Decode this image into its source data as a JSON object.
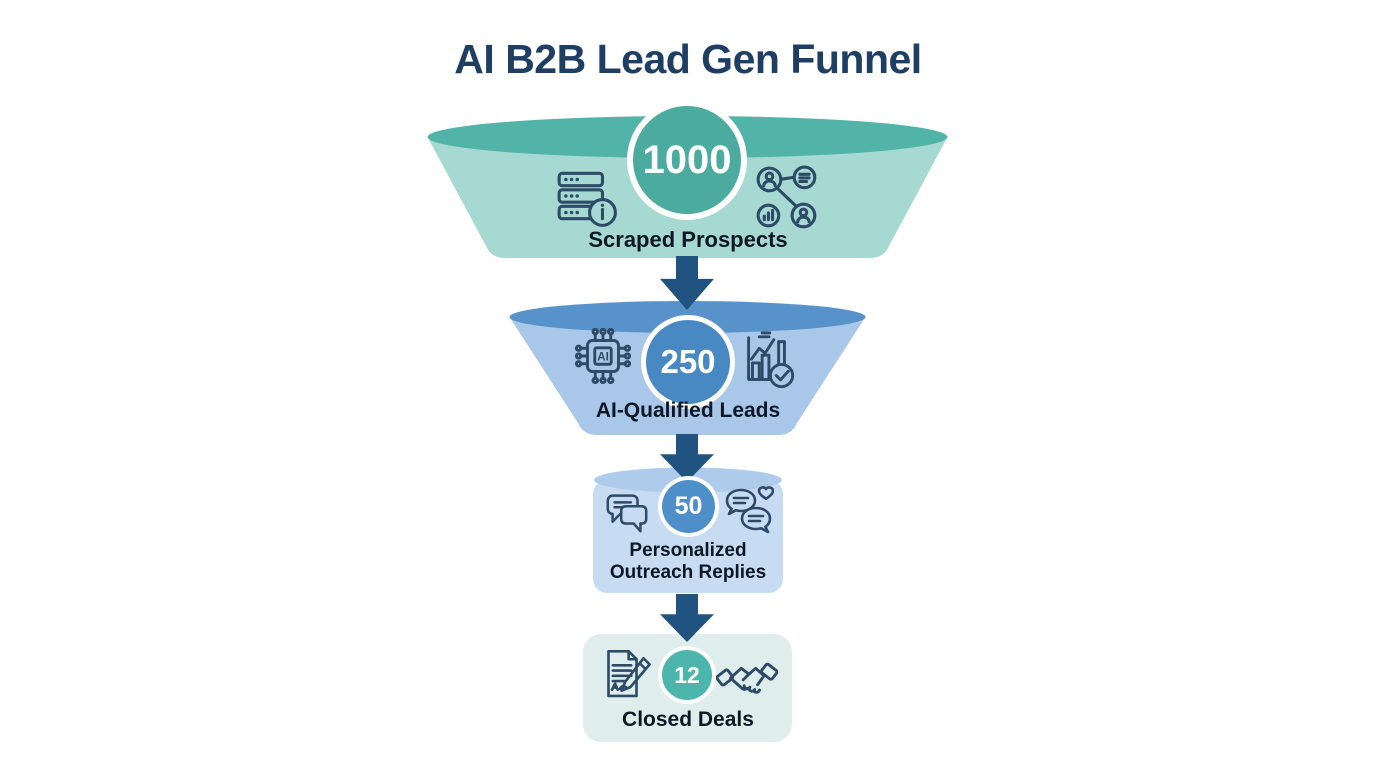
{
  "title": "AI B2B Lead Gen Funnel",
  "colors": {
    "background": "#ffffff",
    "title_text": "#1e3f63",
    "label_text": "#0d1726",
    "arrow": "#215380",
    "icon_stroke": "#2d4a66",
    "badge_ring": "#ffffff",
    "badge_number": "#ffffff"
  },
  "stages": [
    {
      "name": "scraped-prospects",
      "value": "1000",
      "label": "Scraped Prospects",
      "top_color": "#52b3a9",
      "body_color": "#a6d9d2",
      "badge_color": "#4bab9f",
      "icon_left": "database-info-icon",
      "icon_right": "prospect-network-icon"
    },
    {
      "name": "ai-qualified-leads",
      "value": "250",
      "label": "AI-Qualified Leads",
      "top_color": "#5892ca",
      "body_color": "#a9c8e9",
      "badge_color": "#4889c4",
      "icon_left": "ai-chip-icon",
      "icon_right": "chart-check-icon",
      "chip_label": "AI"
    },
    {
      "name": "personalized-outreach-replies",
      "value": "50",
      "label": "Personalized Outreach Replies",
      "label_lines": [
        "Personalized",
        "Outreach Replies"
      ],
      "top_color": "#afcbec",
      "body_color": "#c7dbf2",
      "badge_color": "#4e8fca",
      "icon_left": "chat-bubbles-icon",
      "icon_right": "chat-heart-icon"
    },
    {
      "name": "closed-deals",
      "value": "12",
      "label": "Closed Deals",
      "body_color": "#dfeeec",
      "badge_color": "#4db6ac",
      "icon_left": "contract-pen-icon",
      "icon_right": "handshake-icon"
    }
  ],
  "chart_data": {
    "type": "funnel",
    "title": "AI B2B Lead Gen Funnel",
    "categories": [
      "Scraped Prospects",
      "AI-Qualified Leads",
      "Personalized Outreach Replies",
      "Closed Deals"
    ],
    "values": [
      1000,
      250,
      50,
      12
    ]
  }
}
